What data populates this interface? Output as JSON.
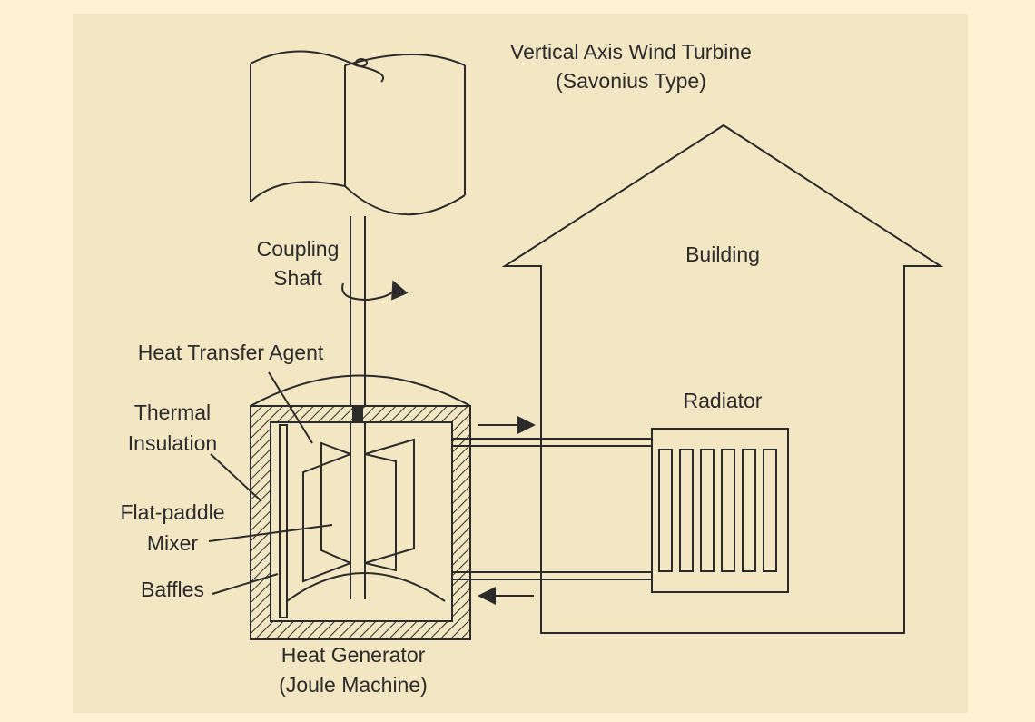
{
  "diagram": {
    "turbine_label": {
      "line1": "Vertical Axis Wind Turbine",
      "line2": "(Savonius Type)"
    },
    "shaft_label": {
      "line1": "Coupling",
      "line2": "Shaft"
    },
    "building_label": "Building",
    "radiator_label": "Radiator",
    "heat_transfer_label": "Heat Transfer Agent",
    "insulation_label": {
      "line1": "Thermal",
      "line2": "Insulation"
    },
    "mixer_label": {
      "line1": "Flat-paddle",
      "line2": "Mixer"
    },
    "baffles_label": "Baffles",
    "generator_label": {
      "line1": "Heat Generator",
      "line2": "(Joule Machine)"
    }
  },
  "colors": {
    "page_background": "#fdf3d3",
    "panel_background": "#f3e6c3",
    "line": "#2b2b2b"
  }
}
